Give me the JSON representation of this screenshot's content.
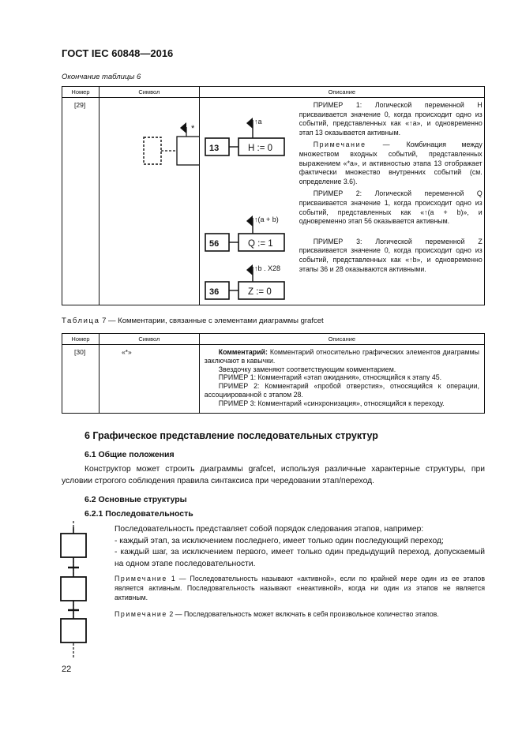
{
  "header": {
    "title": "ГОСТ IEC 60848—2016"
  },
  "table6": {
    "caption": "Окончание таблицы 6",
    "columns": [
      "Номер",
      "Символ",
      "Описание"
    ],
    "row": {
      "number": "[29]",
      "symbol_glyph": "*",
      "diagrams": [
        {
          "step": "13",
          "action": "H := 0",
          "event": "↑a"
        },
        {
          "step": "56",
          "action": "Q := 1",
          "event": "↑(a + b)"
        },
        {
          "step": "36",
          "action": "Z := 0",
          "event": "↑b . X28"
        }
      ],
      "description": [
        "ПРИМЕР 1: Логической переменной H присваивается значение 0, когда происходит одно из событий, представленных как «↑a», и одновременно этап 13 оказывается активным.",
        "Комбинация между множеством входных событий, представленных выражением «*a», и активностью этапа 13 отображает фактически множество внутренних событий (см. определение 3.6).",
        "ПРИМЕР 2: Логической переменной Q присваивается значение 1, когда происходит одно из событий, представленных как «↑(a + b)», и одновременно этап 56 оказывается активным.",
        "ПРИМЕР 3: Логической переменной Z присваивается значение 0, когда происходит одно из событий, представленных как «↑b», и одновременно этапы 36 и 28 оказываются активными."
      ],
      "note_label": "Примечание —"
    }
  },
  "table7": {
    "caption_prefix": "Таблица",
    "caption_rest": "7 — Комментарии, связанные с элементами диаграммы grafcet",
    "columns": [
      "Номер",
      "Символ",
      "Описание"
    ],
    "row": {
      "number": "[30]",
      "symbol": "«*»",
      "lead": "Комментарий:",
      "lines": [
        "Комментарий относительно графических элементов диаграммы заключают в кавычки.",
        "Звездочку заменяют соответствующим комментарием.",
        "ПРИМЕР 1: Комментарий «этап ожидания», относящийся к этапу 45.",
        "ПРИМЕР 2: Комментарий «пробой отверстия», относящийся к операции, ассоциированной с этапом 28.",
        "ПРИМЕР 3: Комментарий «синхронизация», относящийся к переходу."
      ]
    }
  },
  "section6": {
    "title": "6 Графическое представление последовательных структур",
    "s61_title": "6.1 Общие положения",
    "s61_text": "Конструктор может строить диаграммы grafcet, используя различные характерные структуры, при условии строгого соблюдения правила синтаксиса при чередовании этап/переход.",
    "s62_title": "6.2 Основные структуры",
    "s621_title": "6.2.1 Последовательность",
    "s621_intro": "Последовательность представляет собой порядок следования этапов, например:",
    "s621_items": [
      "- каждый этап, за исключением последнего, имеет только один последующий переход;",
      "- каждый шаг, за исключением первого, имеет только один предыдущий переход, допускаемый на одном этапе последовательности."
    ],
    "note1_label": "Примечание",
    "note1_text": "1 — Последовательность называют «активной», если по крайней мере один из ее этапов является активным. Последовательность называют «неактивной», когда ни один из этапов не является активным.",
    "note2_label": "Примечание",
    "note2_text": "2 — Последовательность может включать в себя произвольное количество этапов."
  },
  "footer": {
    "page_number": "22"
  }
}
